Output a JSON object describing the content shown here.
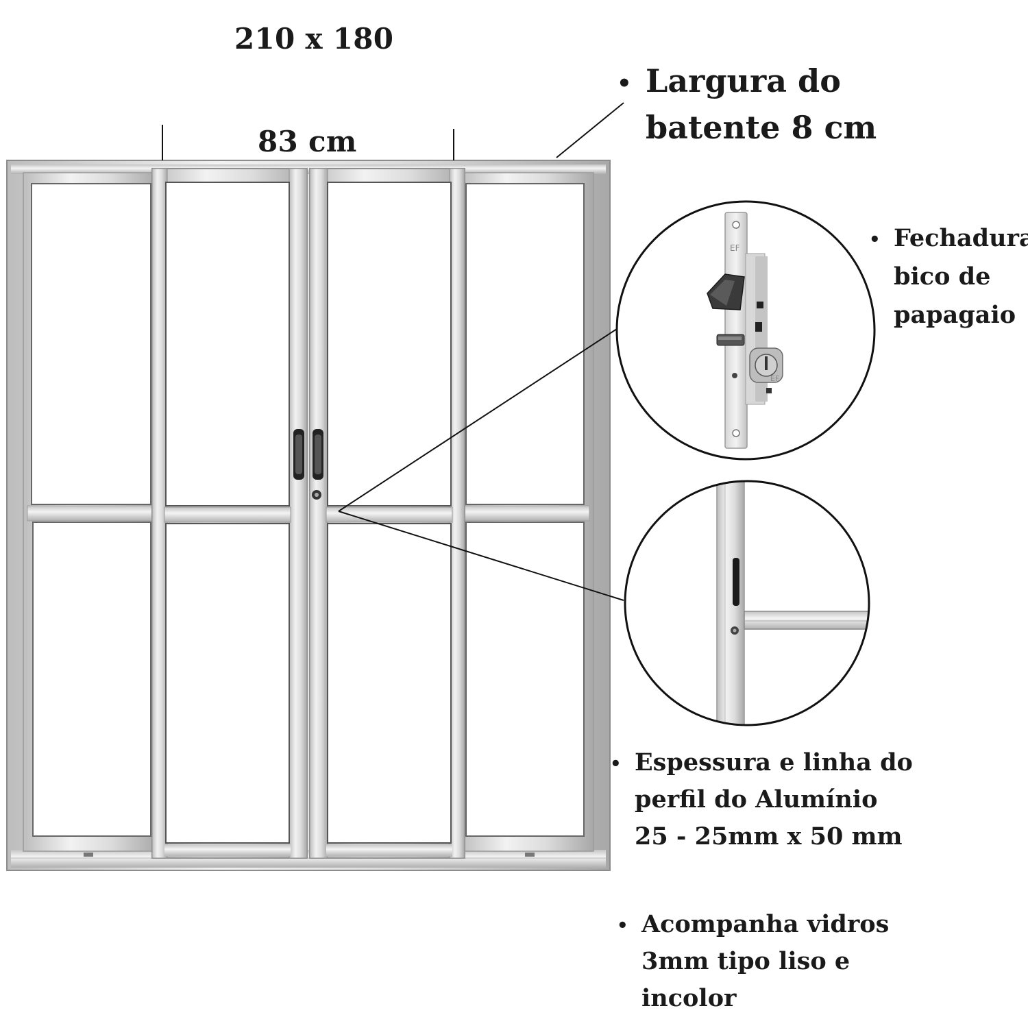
{
  "dimensions": {
    "overall": "210 x 180",
    "leaf_width": "83 cm"
  },
  "callouts": {
    "bullet": "•",
    "batente": [
      "Largura do",
      "batente 8 cm"
    ],
    "fechadura": [
      "Fechadura",
      "bico de",
      "papagaio"
    ],
    "perfil": [
      "Espessura e linha do",
      "perfil do Alumínio",
      "25 - 25mm x 50 mm"
    ],
    "vidros": [
      "Acompanha vidros",
      "3mm tipo liso e",
      "incolor"
    ]
  },
  "lock_brand_mark": "EF",
  "colors": {
    "aluminum_light": "#eeeeee",
    "aluminum_mid": "#c8c8c8",
    "aluminum_dark": "#9a9a9a",
    "glass": "#ffffff",
    "ink": "#111111",
    "handle": "#222222"
  }
}
